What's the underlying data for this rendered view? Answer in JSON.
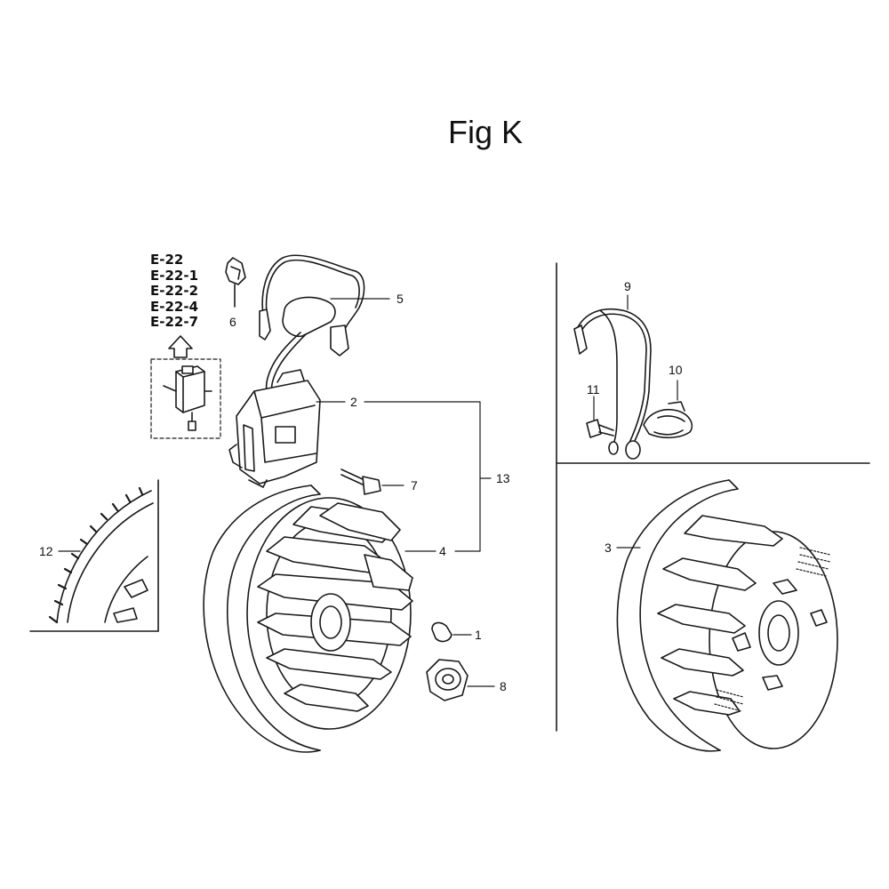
{
  "figure": {
    "title": "Fig K",
    "reference_codes": [
      "E-22",
      "E-22-1",
      "E-22-2",
      "E-22-4",
      "E-22-7"
    ]
  },
  "callouts": [
    {
      "id": "c1",
      "label": "1"
    },
    {
      "id": "c2",
      "label": "2"
    },
    {
      "id": "c3",
      "label": "3"
    },
    {
      "id": "c4",
      "label": "4"
    },
    {
      "id": "c5",
      "label": "5"
    },
    {
      "id": "c6",
      "label": "6"
    },
    {
      "id": "c7",
      "label": "7"
    },
    {
      "id": "c8",
      "label": "8"
    },
    {
      "id": "c9",
      "label": "9"
    },
    {
      "id": "c10",
      "label": "10"
    },
    {
      "id": "c11",
      "label": "11"
    },
    {
      "id": "c12",
      "label": "12"
    },
    {
      "id": "c13",
      "label": "13"
    }
  ]
}
